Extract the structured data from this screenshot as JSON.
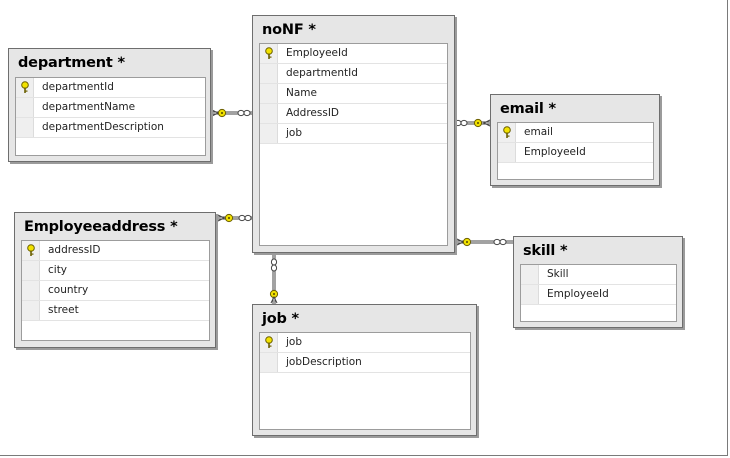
{
  "diagram": {
    "tables": {
      "noNF": {
        "title": "noNF *",
        "key_column": "EmployeeId",
        "columns": [
          "departmentId",
          "Name",
          "AddressID",
          "job"
        ]
      },
      "department": {
        "title": "department *",
        "key_column": "departmentId",
        "columns": [
          "departmentName",
          "departmentDescription"
        ]
      },
      "email": {
        "title": "email *",
        "key_column": "email",
        "columns": [
          "EmployeeId"
        ]
      },
      "employeeaddress": {
        "title": "Employeeaddress *",
        "key_column": "addressID",
        "columns": [
          "city",
          "country",
          "street"
        ]
      },
      "skill": {
        "title": "skill *",
        "key_column": "",
        "columns": [
          "Skill",
          "EmployeeId"
        ]
      },
      "job": {
        "title": "job *",
        "key_column": "job",
        "columns": [
          "jobDescription"
        ]
      }
    },
    "relationships": [
      {
        "from": "department",
        "to": "noNF"
      },
      {
        "from": "email",
        "to": "noNF"
      },
      {
        "from": "employeeaddress",
        "to": "noNF"
      },
      {
        "from": "skill",
        "to": "noNF"
      },
      {
        "from": "job",
        "to": "noNF"
      }
    ],
    "icons": {
      "primary_key": "key-icon",
      "one_end": "key-connector-icon",
      "many_end": "infinity-connector-icon"
    },
    "colors": {
      "key_yellow": "#f2e200",
      "panel": "#e6e6e6"
    }
  }
}
